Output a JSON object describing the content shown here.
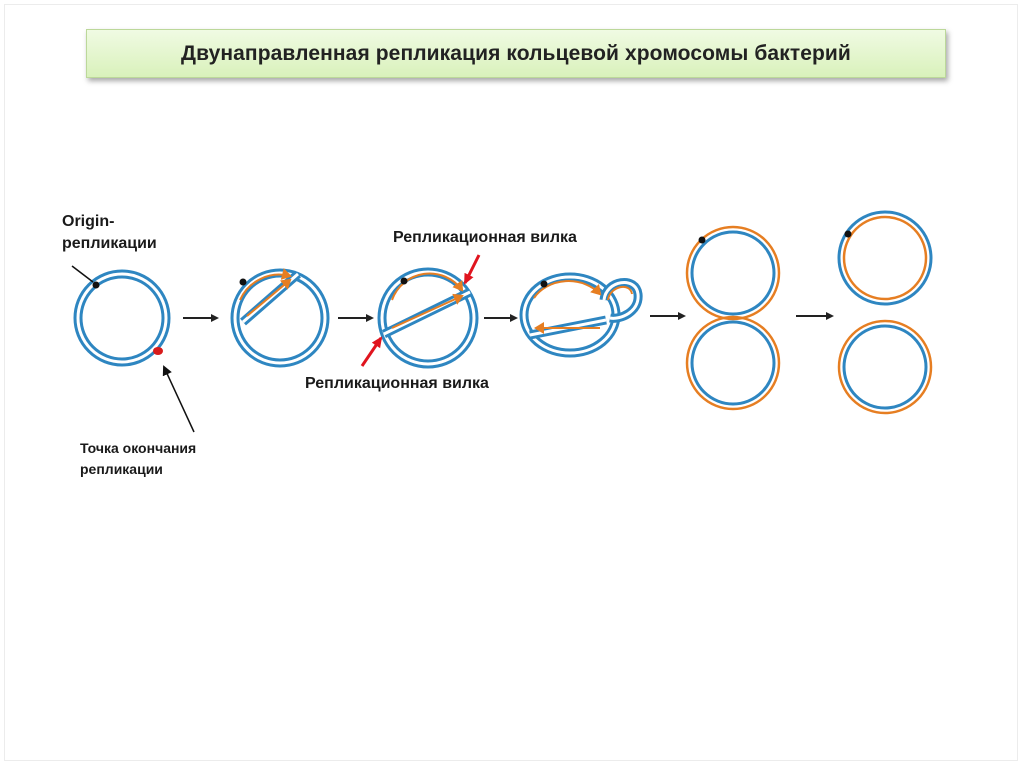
{
  "title": "Двунаправленная репликация кольцевой хромосомы бактерий",
  "labels": {
    "origin_line1": "Origin-",
    "origin_line2": "репликации",
    "fork_top": "Репликационная вилка",
    "fork_bottom": "Репликационная вилка",
    "terminus_line1": "Точка окончания",
    "terminus_line2": "репликации"
  },
  "colors": {
    "parent_strand": "#2e86c1",
    "new_strand": "#e67e22",
    "pointer_red": "#e0141e",
    "terminus_dot": "#d81b1b",
    "origin_dot": "#111111",
    "step_arrow": "#222222"
  }
}
